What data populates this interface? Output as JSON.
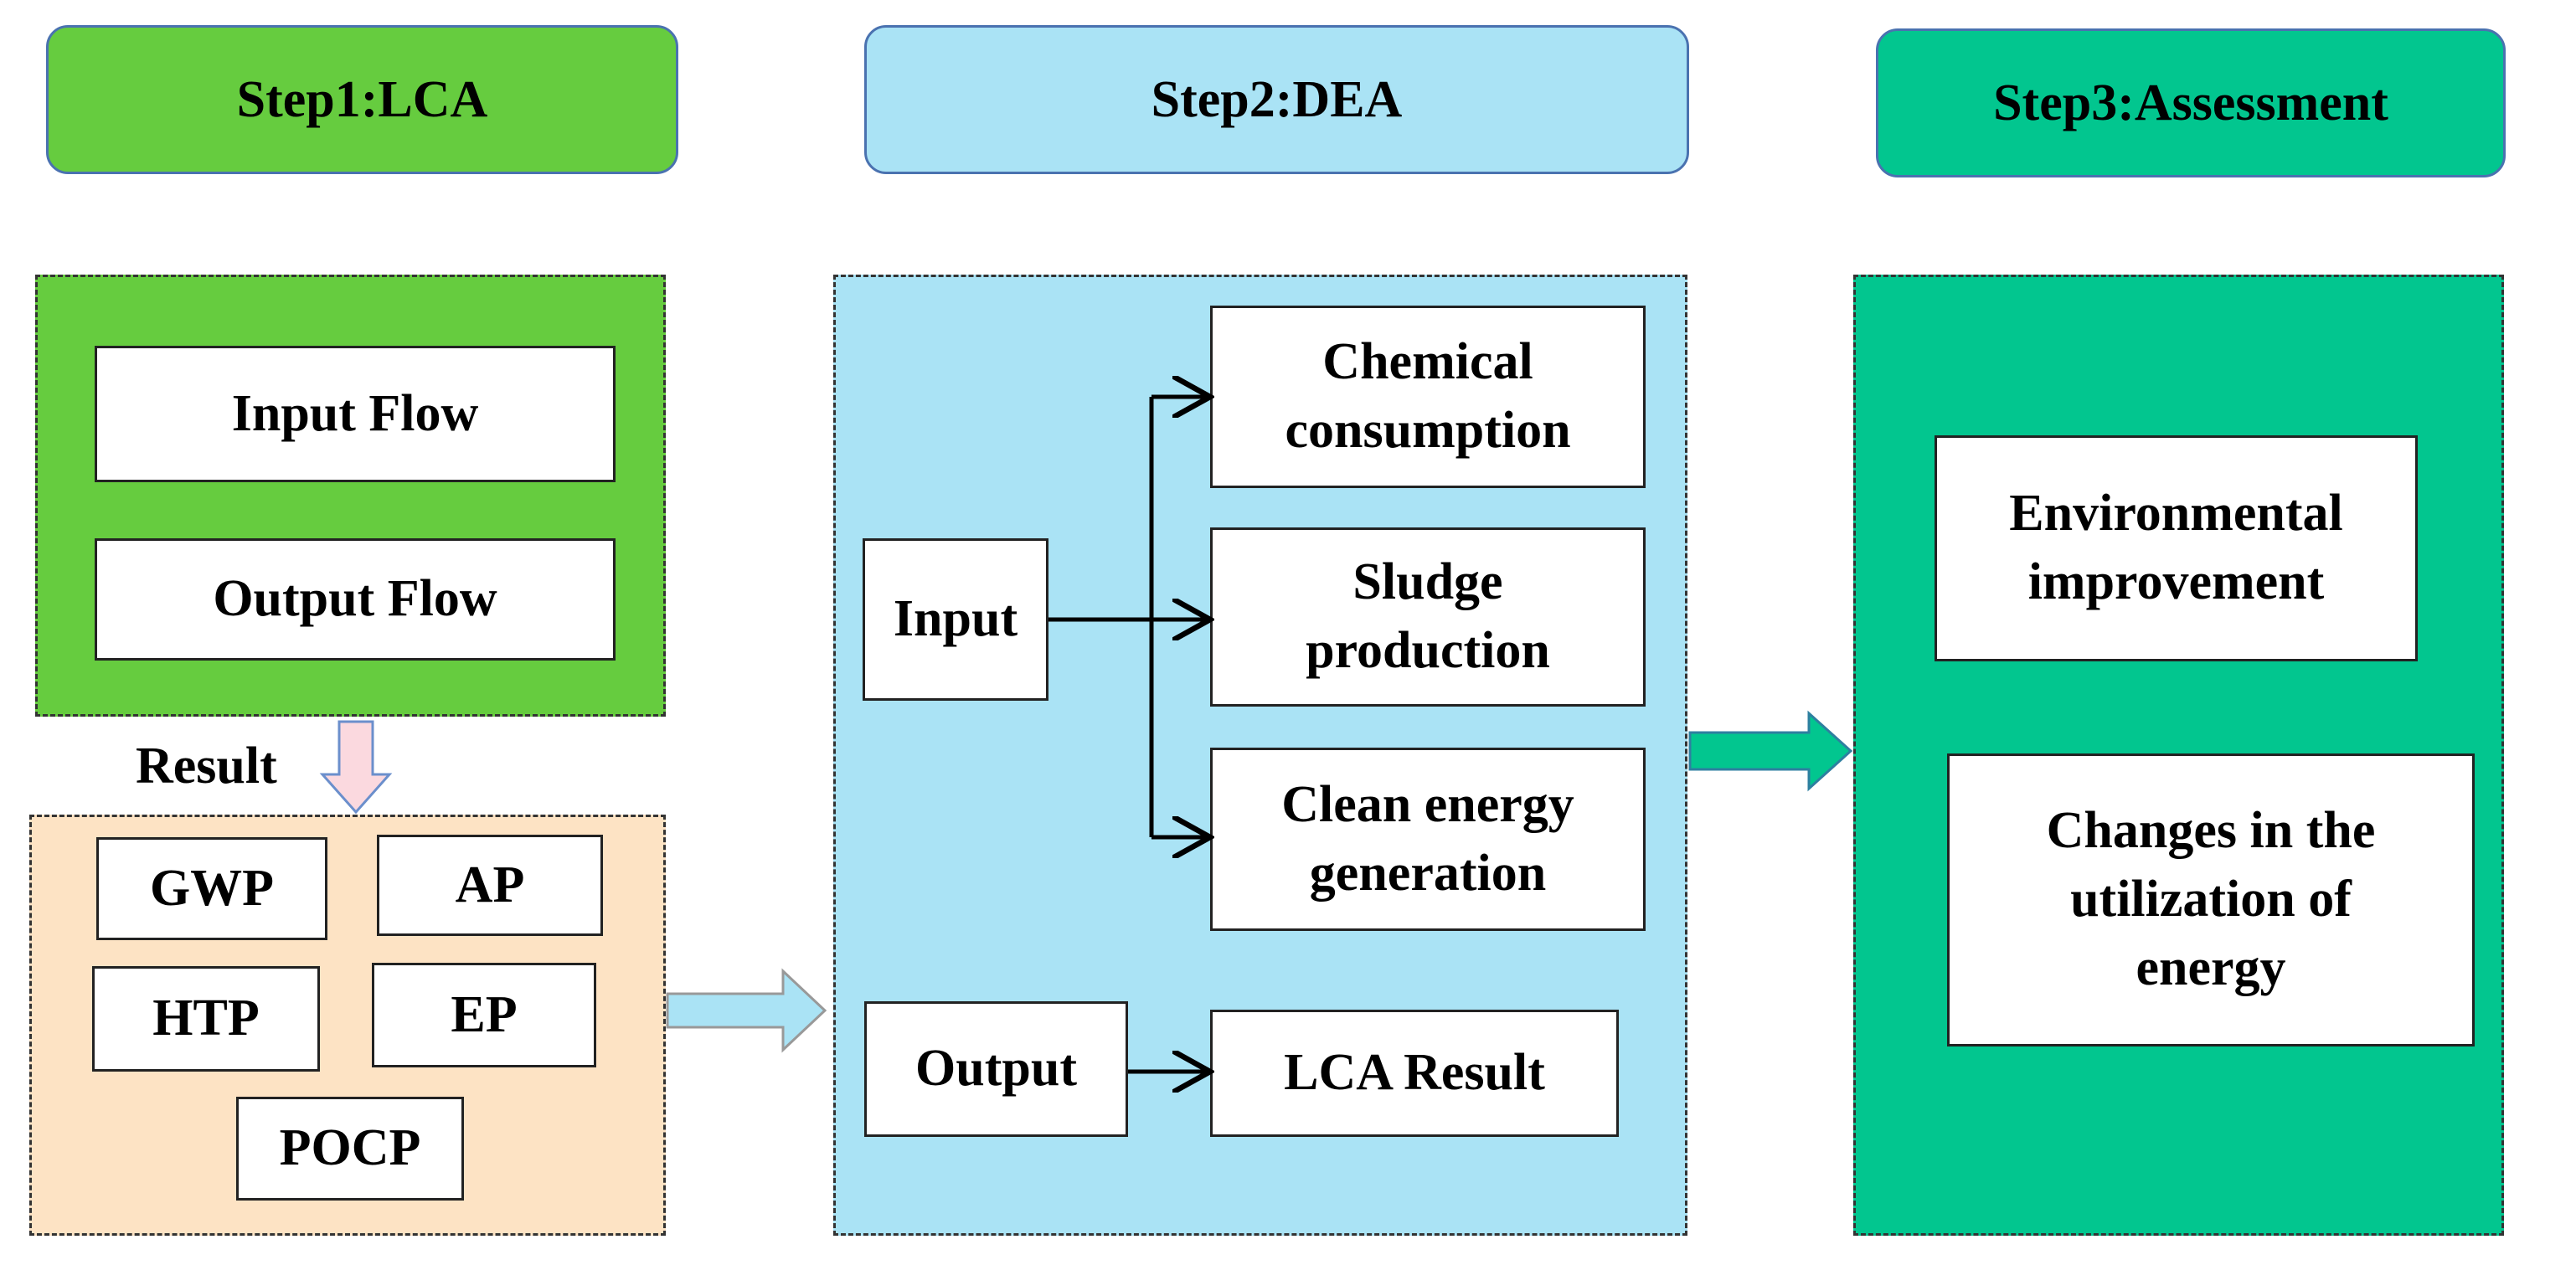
{
  "colors": {
    "green": "#66cc3f",
    "light_blue": "#aae3f5",
    "teal": "#02c68f",
    "peach": "#fde3c4",
    "header_border": "#4a72b0"
  },
  "step1": {
    "header": "Step1:LCA",
    "input_flow": "Input Flow",
    "output_flow": "Output Flow",
    "result_label": "Result",
    "indicators": [
      "GWP",
      "AP",
      "HTP",
      "EP",
      "POCP"
    ]
  },
  "step2": {
    "header": "Step2:DEA",
    "input_label": "Input",
    "output_label": "Output",
    "inputs": [
      "Chemical\nconsumption",
      "Sludge\nproduction",
      "Clean energy\ngeneration"
    ],
    "output": "LCA Result"
  },
  "step3": {
    "header": "Step3:Assessment",
    "items": [
      "Environmental\nimprovement",
      "Changes in the\nutilization of\nenergy"
    ]
  }
}
